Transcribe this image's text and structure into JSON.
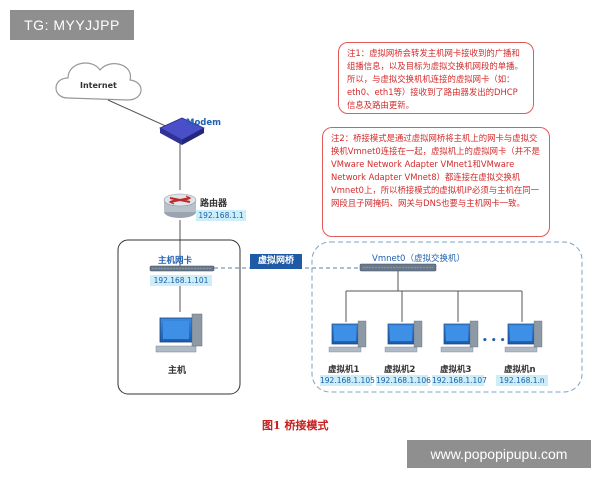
{
  "header_tag": "TG: MYYJJPP",
  "watermark": "www.popopipupu.com",
  "internet": {
    "label": "Internet"
  },
  "modem": {
    "label": "Modem"
  },
  "router": {
    "label": "路由器",
    "ip": "192.168.1.1"
  },
  "host": {
    "nic_label": "主机网卡",
    "nic_ip": "192.168.1.101",
    "label": "主机"
  },
  "bridge_label": "虚拟网桥",
  "vmnet": {
    "label": "Vmnet0（虚拟交换机）"
  },
  "vms": [
    {
      "name": "虚拟机1",
      "ip": "192.168.1.105"
    },
    {
      "name": "虚拟机2",
      "ip": "192.168.1.106"
    },
    {
      "name": "虚拟机3",
      "ip": "192.168.1.107"
    },
    {
      "name": "虚拟机n",
      "ip": "192.168.1.n"
    }
  ],
  "ellipsis": "• • •",
  "notes": {
    "note1": "注1：虚拟网桥会转发主机网卡接收到的广播和组播信息，以及目标为虚拟交换机网段的单播。所以，与虚拟交换机机连接的虚拟网卡（如：eth0、eth1等）接收到了路由器发出的DHCP信息及路由更新。",
    "note2": "注2：桥接模式是通过虚拟网桥将主机上的网卡与虚拟交换机Vmnet0连接在一起，虚拟机上的虚拟网卡（并不是VMware Network Adapter VMnet1和VMware Network Adapter VMnet8）都连接在虚拟交换机Vmnet0上，所以桥接模式的虚拟机IP必须与主机在同一网段且子网掩码、网关与DNS也要与主机网卡一致。"
  },
  "caption": "图1  桥接模式",
  "colors": {
    "note_red": "#d42a2a",
    "accent_blue": "#1f5aa6",
    "ip_bg": "#cdeef8"
  }
}
